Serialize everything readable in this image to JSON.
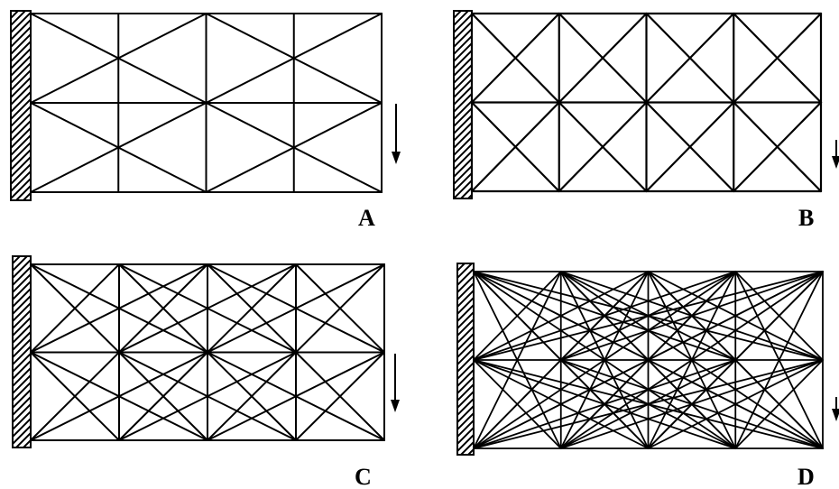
{
  "panels": [
    {
      "id": "A",
      "label": "A",
      "pattern": "sparse-x-2",
      "load_arrow": true
    },
    {
      "id": "B",
      "label": "B",
      "pattern": "x-per-cell",
      "load_arrow": true
    },
    {
      "id": "C",
      "label": "C",
      "pattern": "medium-cross",
      "load_arrow": true
    },
    {
      "id": "D",
      "label": "D",
      "pattern": "dense-full",
      "load_arrow": true
    }
  ],
  "colors": {
    "line": "#000000",
    "background": "#ffffff"
  }
}
